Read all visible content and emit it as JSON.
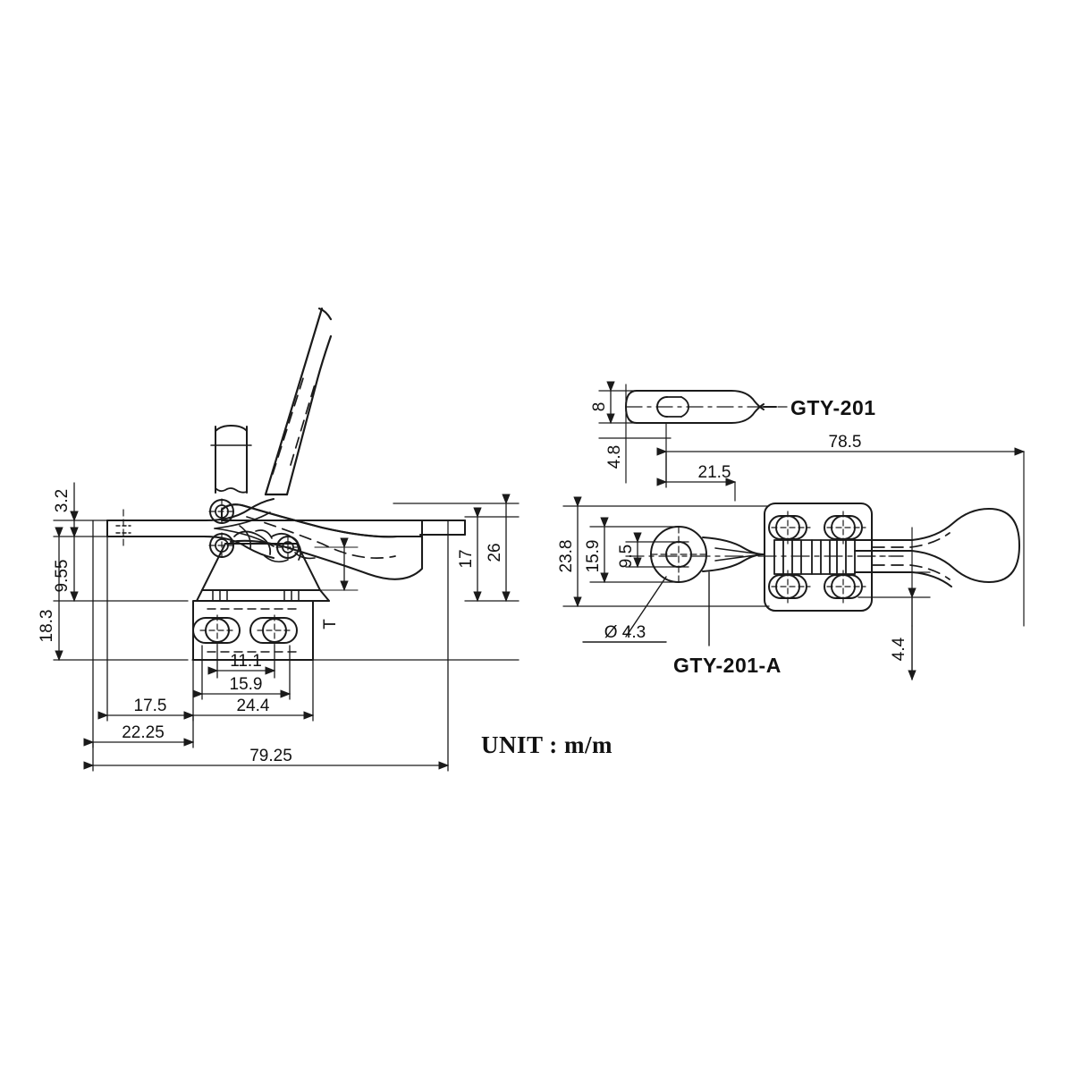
{
  "sheet": {
    "title": "Toggle clamp technical drawing",
    "background_color": "#ffffff",
    "line_color": "#1a1a1a",
    "unit_note": "UNIT : m/m"
  },
  "parts": {
    "main_label": "GTY-201",
    "plate_label": "GTY-201-A"
  },
  "views": {
    "side_view": {
      "name": "side-elevation-view",
      "dimensions": {
        "v_32": "3.2",
        "v_955": "9.55",
        "v_183": "18.3",
        "v_17": "17",
        "v_26": "26",
        "h_111": "11.1",
        "h_159": "15.9",
        "h_175": "17.5",
        "h_244": "24.4",
        "h_2225": "22.25",
        "h_7925": "79.25",
        "thickness": "T"
      }
    },
    "plan_view": {
      "name": "plan-view",
      "dimensions": {
        "v_238": "23.8",
        "v_159": "15.9",
        "v_95": "9.5",
        "v_44": "4.4",
        "h_215": "21.5",
        "h_785": "78.5",
        "hole_dia": "Ø 4.3"
      }
    },
    "latch_view": {
      "name": "latch-bar-detail-view",
      "dimensions": {
        "v_8": "8",
        "v_48": "4.8"
      }
    }
  }
}
